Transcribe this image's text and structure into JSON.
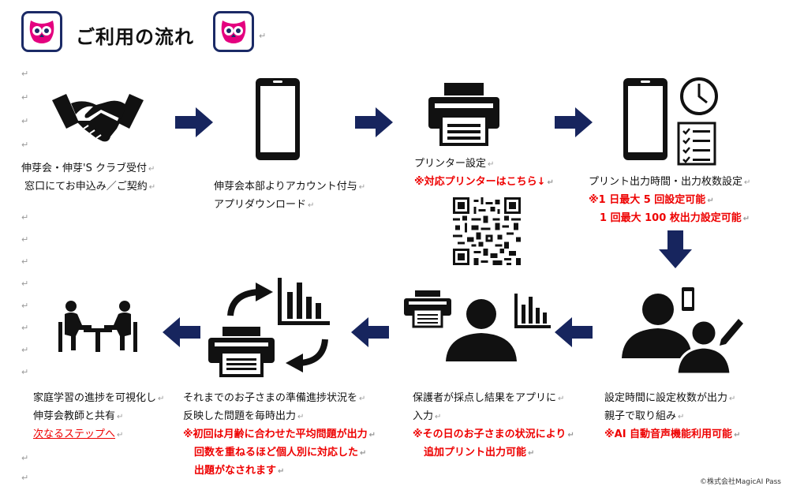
{
  "header": {
    "title": "ご利用の流れ"
  },
  "steps": [
    {
      "lines": [
        "伸芽会・伸芽'S クラブ受付",
        "窓口にてお申込み／ご契約"
      ]
    },
    {
      "lines": [
        "伸芽会本部よりアカウント付与",
        "アプリダウンロード"
      ]
    },
    {
      "lines": [
        "プリンター設定"
      ],
      "note": "※対応プリンターはこちら↓"
    },
    {
      "lines": [
        "プリント出力時間・出力枚数設定"
      ],
      "notes": [
        "※1 日最大 5 回設定可能",
        "1 回最大 100 枚出力設定可能"
      ]
    },
    {
      "lines": [
        "設定時間に設定枚数が出力",
        "親子で取り組み"
      ],
      "note": "※AI 自動音声機能利用可能"
    },
    {
      "lines": [
        "保護者が採点し結果をアプリに",
        "入力"
      ],
      "notes": [
        "※その日のお子さまの状況により",
        "追加プリント出力可能"
      ]
    },
    {
      "lines": [
        "それまでのお子さまの準備進捗状況を",
        "反映した問題を毎時出力"
      ],
      "notes": [
        "※初回は月齢に合わせた平均問題が出力",
        "回数を重ねるほど個人別に対応した",
        "出題がなされます"
      ]
    },
    {
      "lines": [
        "家庭学習の進捗を可視化し",
        "伸芽会教師と共有"
      ],
      "link": "次なるステップへ"
    }
  ],
  "footer": {
    "credit": "©株式会社MagicAI Pass"
  },
  "colors": {
    "arrow": "#17255e",
    "logo_border": "#1b2a66",
    "note": "#e00000",
    "icon": "#111111"
  },
  "icons": [
    "owl-logo-icon",
    "handshake-icon",
    "smartphone-icon",
    "printer-icon",
    "qr-code-icon",
    "clock-icon",
    "checklist-icon",
    "parent-child-icon",
    "bar-chart-icon",
    "curved-arrow-icon",
    "meeting-icon",
    "right-arrow-icon",
    "down-arrow-icon",
    "left-arrow-icon"
  ]
}
